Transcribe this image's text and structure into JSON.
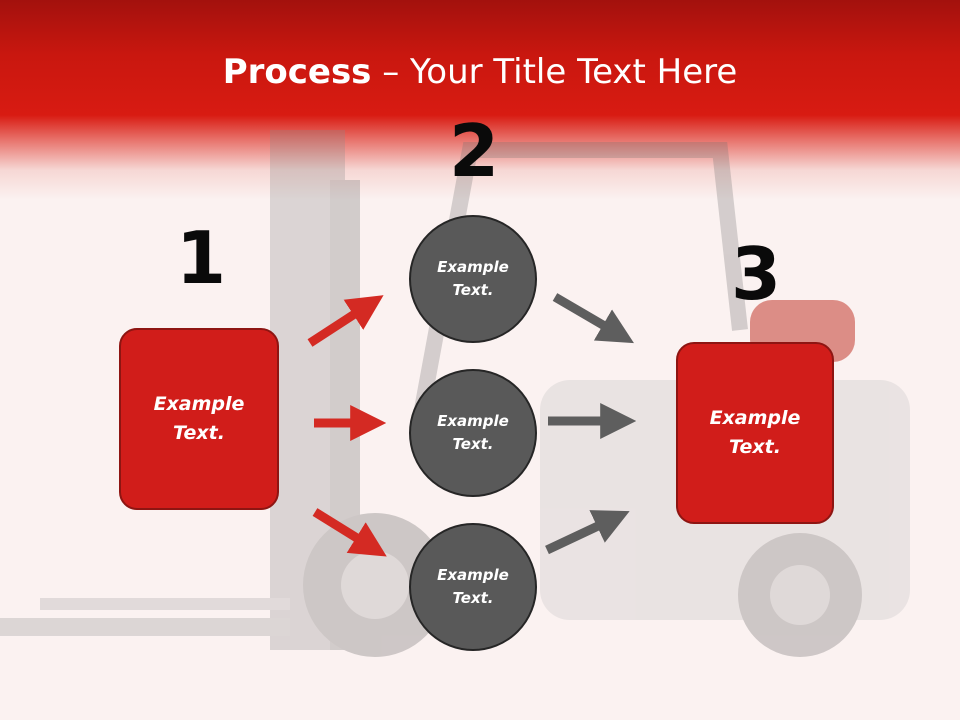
{
  "title": {
    "bold": "Process",
    "rest": " – Your Title Text Here"
  },
  "steps": [
    {
      "number": "1",
      "label_line1": "Example",
      "label_line2": "Text."
    },
    {
      "number": "2"
    },
    {
      "number": "3",
      "label_line1": "Example",
      "label_line2": "Text."
    }
  ],
  "circles": [
    {
      "line1": "Example",
      "line2": "Text."
    },
    {
      "line1": "Example",
      "line2": "Text."
    },
    {
      "line1": "Example",
      "line2": "Text."
    }
  ],
  "colors": {
    "red": "#d11d1a",
    "gray": "#595959",
    "arrow_red": "#d42a23",
    "arrow_gray": "#5e5e5e"
  }
}
